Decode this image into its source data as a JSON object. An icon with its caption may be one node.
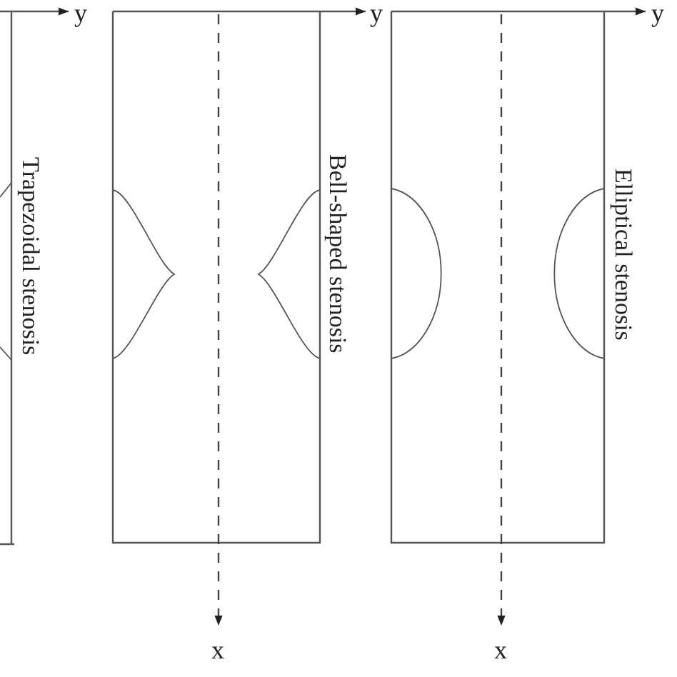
{
  "diagram": {
    "labels": [
      "y",
      "Trapezoidal stenosis",
      "y",
      "Bell-shaped stenosis",
      "y",
      "Elliptical stenosis",
      "x",
      "x"
    ]
  }
}
